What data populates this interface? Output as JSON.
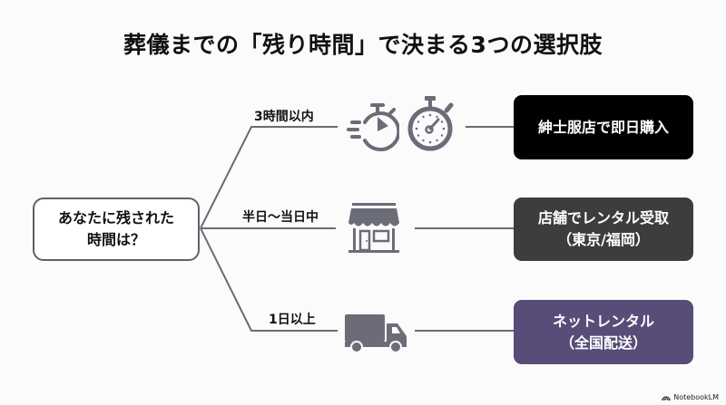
{
  "title": "葬儀までの「残り時間」で決まる3つの選択肢",
  "question": {
    "line1": "あなたに残された",
    "line2": "時間は？"
  },
  "branches": [
    {
      "label": "3時間以内",
      "icons": [
        "fast-timer-icon",
        "stopwatch-icon"
      ],
      "option": {
        "line1": "紳士服店で即日購入",
        "line2": "",
        "color": "#000000"
      }
    },
    {
      "label": "半日〜当日中",
      "icons": [
        "storefront-icon"
      ],
      "option": {
        "line1": "店舗でレンタル受取",
        "line2": "（東京/福岡）",
        "color": "#3d3d3d"
      }
    },
    {
      "label": "1日以上",
      "icons": [
        "delivery-truck-icon"
      ],
      "option": {
        "line1": "ネットレンタル",
        "line2": "（全国配送）",
        "color": "#574d78"
      }
    }
  ],
  "colors": {
    "line": "#6a6b78",
    "icon": "#6b6c78"
  },
  "footer": {
    "brand": "NotebookLM"
  }
}
